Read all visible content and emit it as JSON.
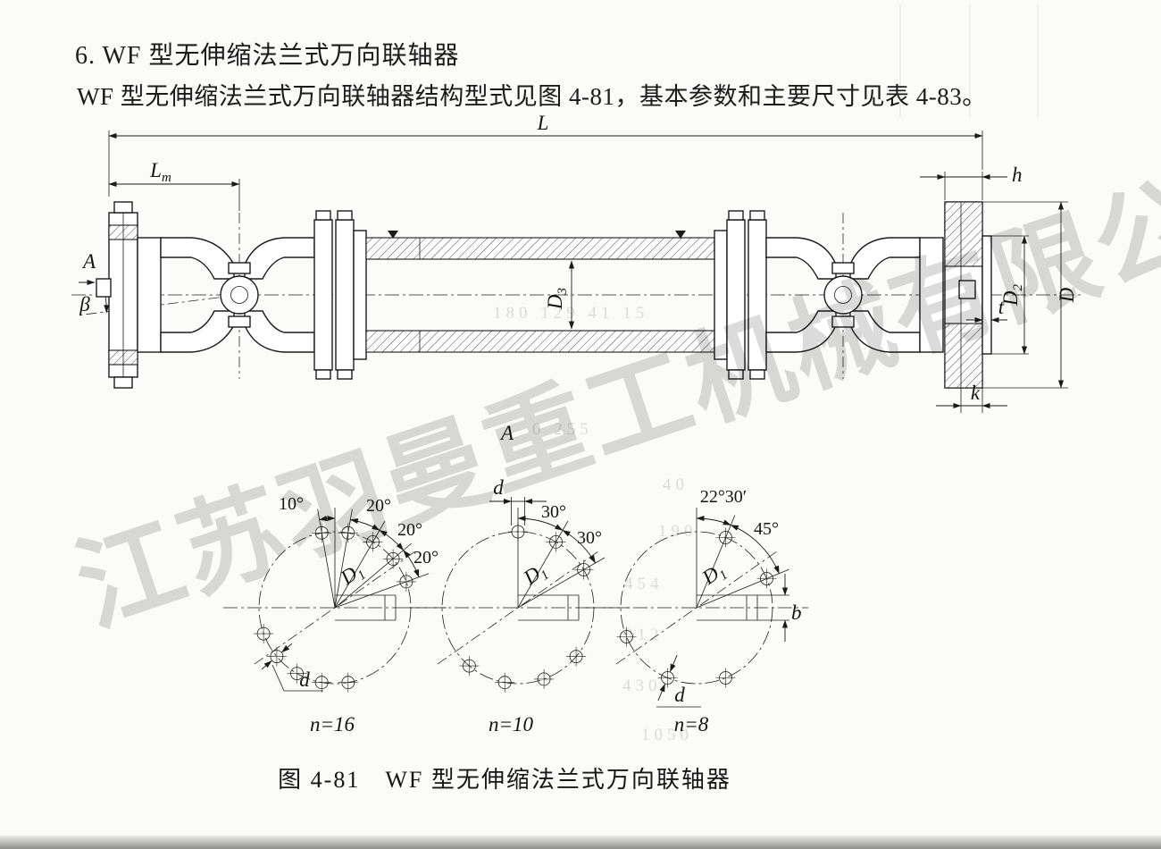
{
  "page": {
    "heading": "6. WF 型无伸缩法兰式万向联轴器",
    "intro": "WF 型无伸缩法兰式万向联轴器结构型式见图 4-81，基本参数和主要尺寸见表 4-83。",
    "caption": "图 4-81　WF 型无伸缩法兰式万向联轴器",
    "watermark": "江苏羽曼重工机械有限公司"
  },
  "figure": {
    "dims": {
      "L": "L",
      "Lm_base": "L",
      "Lm_sub": "m",
      "h": "h",
      "D3_base": "D",
      "D3_sub": "3",
      "D2_base": "D",
      "D2_sub": "2",
      "D": "D",
      "t": "t",
      "k": "k",
      "beta": "β",
      "view_arrow": "A",
      "section_view": "A"
    },
    "patterns": [
      {
        "angles": [
          "10°",
          "20°",
          "20°",
          "20°"
        ],
        "D1_base": "D",
        "D1_sub": "1",
        "d": "d",
        "n": "n=16"
      },
      {
        "angles": [
          "30°",
          "30°"
        ],
        "D1_base": "D",
        "D1_sub": "1",
        "d": "d",
        "n": "n=10"
      },
      {
        "angles": [
          "22°30′",
          "45°"
        ],
        "D1_base": "D",
        "D1_sub": "1",
        "d": "d",
        "b": "b",
        "n": "n=8"
      }
    ]
  },
  "bleed": [
    "180 129 41 15",
    "0 255",
    "40",
    "190",
    "454",
    "312",
    "430",
    "1050"
  ]
}
